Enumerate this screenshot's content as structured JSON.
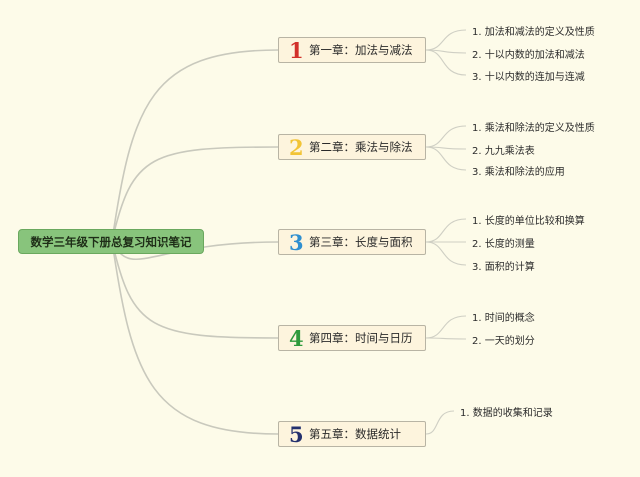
{
  "root": {
    "title": "数学三年级下册总复习知识笔记"
  },
  "chapters": [
    {
      "number": "1",
      "color": "#d2302a",
      "title": "第一章：加法与减法",
      "items": [
        "1. 加法和减法的定义及性质",
        "2. 十以内数的加法和减法",
        "3. 十以内数的连加与连减"
      ]
    },
    {
      "number": "2",
      "color": "#f2c436",
      "title": "第二章：乘法与除法",
      "items": [
        "1. 乘法和除法的定义及性质",
        "2. 九九乘法表",
        "3. 乘法和除法的应用"
      ]
    },
    {
      "number": "3",
      "color": "#2f8fd0",
      "title": "第三章：长度与面积",
      "items": [
        "1. 长度的单位比较和换算",
        "2. 长度的测量",
        "3. 面积的计算"
      ]
    },
    {
      "number": "4",
      "color": "#2f9a3c",
      "title": "第四章：时间与日历",
      "items": [
        "1. 时间的概念",
        "2. 一天的划分"
      ]
    },
    {
      "number": "5",
      "color": "#23306e",
      "title": "第五章：数据统计",
      "items": [
        "1. 数据的收集和记录"
      ]
    }
  ]
}
